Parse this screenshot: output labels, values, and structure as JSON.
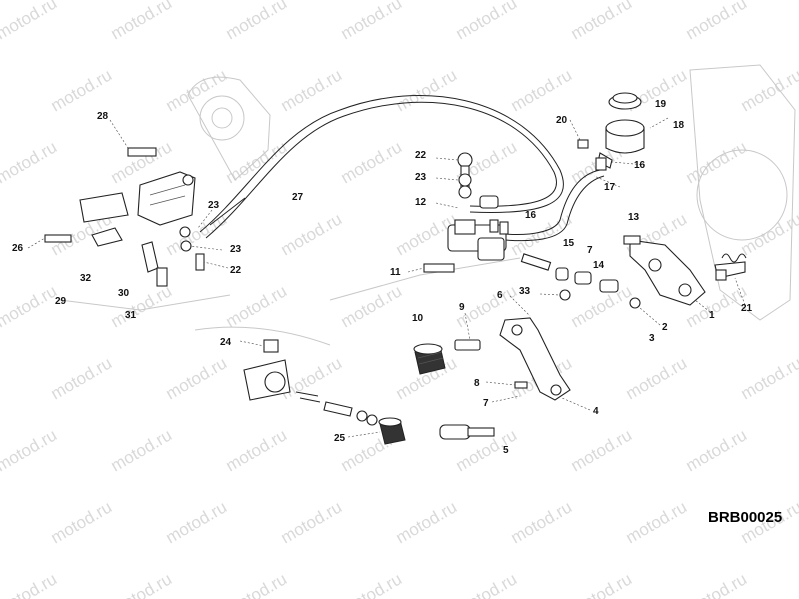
{
  "watermark": "motod.ru",
  "diagram_code": "BRB00025",
  "callouts": [
    "28",
    "26",
    "32",
    "29",
    "30",
    "31",
    "23",
    "23",
    "22",
    "27",
    "22",
    "23",
    "12",
    "16",
    "20",
    "19",
    "18",
    "16",
    "17",
    "15",
    "13",
    "7",
    "14",
    "11",
    "33",
    "6",
    "9",
    "10",
    "24",
    "8",
    "7",
    "4",
    "5",
    "25",
    "2",
    "3",
    "1",
    "21"
  ]
}
